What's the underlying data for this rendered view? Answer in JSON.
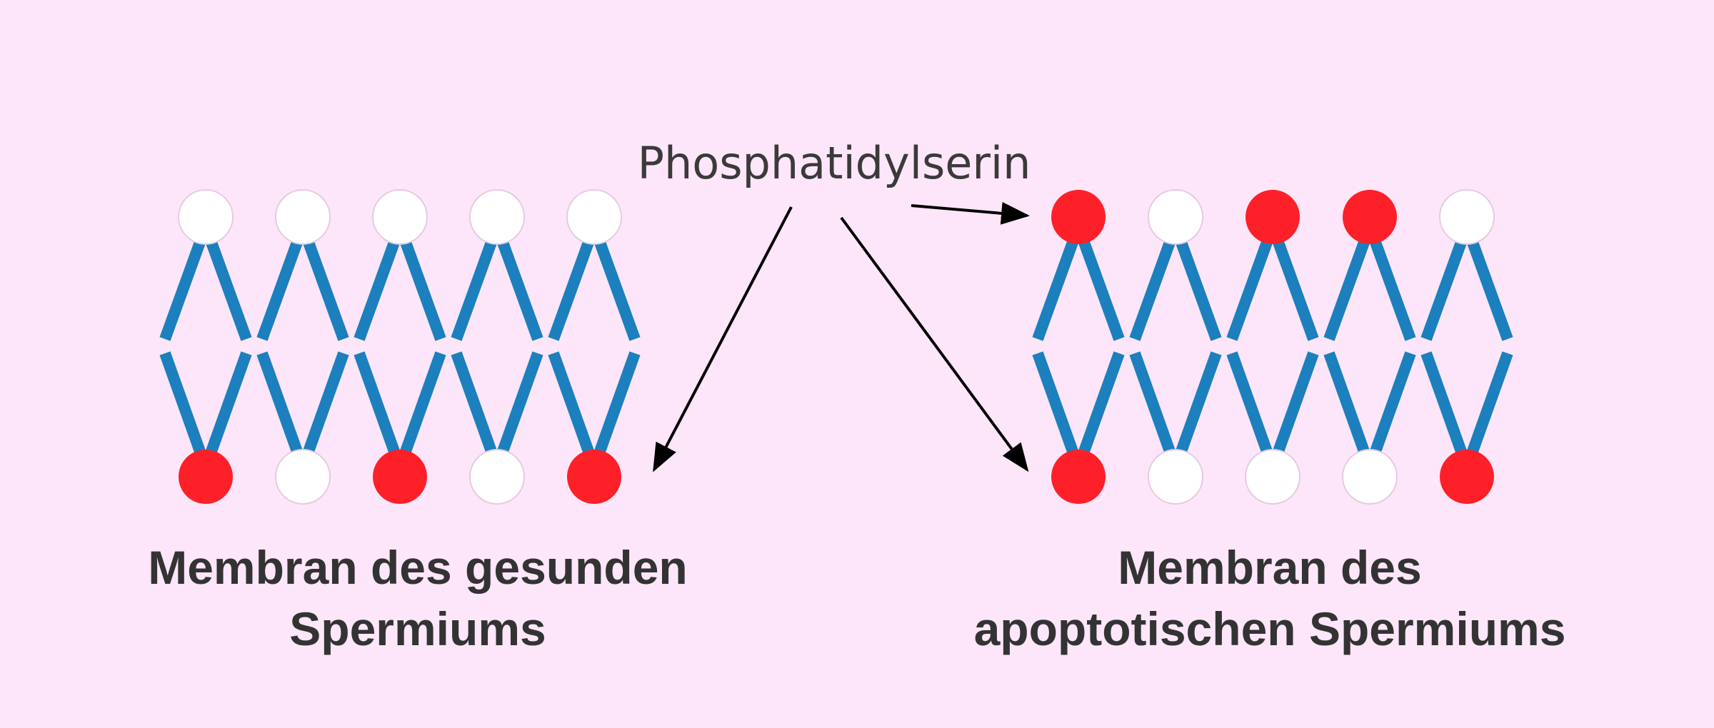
{
  "label": "Phosphatidylserin",
  "colors": {
    "tail": "#1b80bd",
    "phosphatidylserine_head": "#fe2028",
    "normal_head": "#ffffff",
    "arrow": "#000000"
  },
  "membranes": [
    {
      "caption_line1": "Membran des gesunden",
      "caption_line2": "Spermiums",
      "top_heads": [
        "normal",
        "normal",
        "normal",
        "normal",
        "normal"
      ],
      "bottom_heads": [
        "ps",
        "normal",
        "ps",
        "normal",
        "ps"
      ]
    },
    {
      "caption_line1": "Membran des",
      "caption_line2": "apoptotischen Spermiums",
      "top_heads": [
        "ps",
        "normal",
        "ps",
        "ps",
        "normal"
      ],
      "bottom_heads": [
        "ps",
        "normal",
        "normal",
        "normal",
        "ps"
      ]
    }
  ]
}
